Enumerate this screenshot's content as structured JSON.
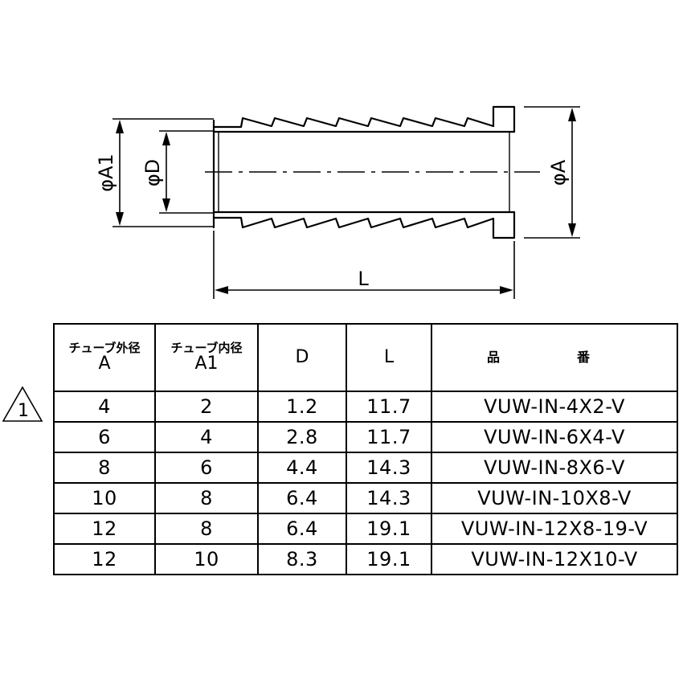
{
  "drawing": {
    "labels": {
      "phi_a1": "φA1",
      "phi_d": "φD",
      "phi_a": "φA",
      "length": "L"
    }
  },
  "table": {
    "headers": [
      {
        "jp": "チューブ外径",
        "sub": "A"
      },
      {
        "jp": "チューブ内径",
        "sub": "A1"
      },
      {
        "jp": "",
        "sub": "D"
      },
      {
        "jp": "",
        "sub": "L"
      },
      {
        "jp": "品　番",
        "sub": ""
      }
    ],
    "rows": [
      [
        "4",
        "2",
        "1.2",
        "11.7",
        "VUW-IN-4X2-V"
      ],
      [
        "6",
        "4",
        "2.8",
        "11.7",
        "VUW-IN-6X4-V"
      ],
      [
        "8",
        "6",
        "4.4",
        "14.3",
        "VUW-IN-8X6-V"
      ],
      [
        "10",
        "8",
        "6.4",
        "14.3",
        "VUW-IN-10X8-V"
      ],
      [
        "12",
        "8",
        "6.4",
        "19.1",
        "VUW-IN-12X8-19-V"
      ],
      [
        "12",
        "10",
        "8.3",
        "19.1",
        "VUW-IN-12X10-V"
      ]
    ]
  },
  "revision_mark": {
    "label": "1"
  }
}
